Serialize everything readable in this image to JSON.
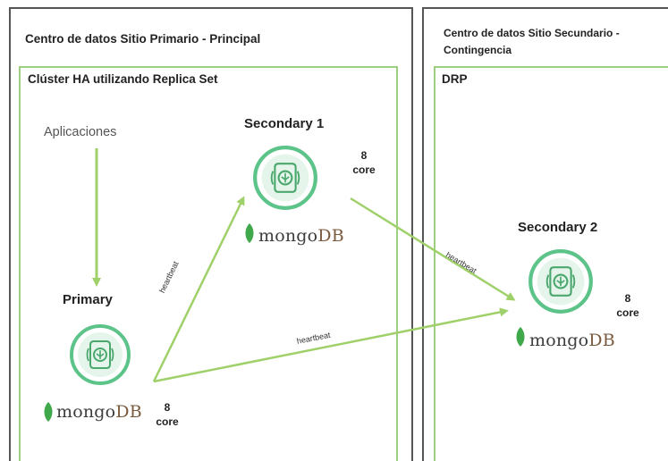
{
  "primary_site": {
    "title": "Centro de datos Sitio Primario - Principal",
    "cluster_title": "Clúster HA utilizando Replica Set"
  },
  "secondary_site": {
    "title_line1": "Centro de datos Sitio Secundario -",
    "title_line2": "Contingencia",
    "drp_title": "DRP"
  },
  "applications_label": "Aplicaciones",
  "nodes": {
    "primary": {
      "label": "Primary",
      "core_number": "8",
      "core_unit": "core",
      "brand_a": "mongo",
      "brand_b": "DB"
    },
    "secondary1": {
      "label": "Secondary 1",
      "core_number": "8",
      "core_unit": "core",
      "brand_a": "mongo",
      "brand_b": "DB"
    },
    "secondary2": {
      "label": "Secondary 2",
      "core_number": "8",
      "core_unit": "core",
      "brand_a": "mongo",
      "brand_b": "DB"
    }
  },
  "edges": {
    "primary_to_secondary1": "heartbeat",
    "primary_to_secondary2": "heartbeat",
    "secondary1_to_secondary2": "heartbeat"
  },
  "colors": {
    "arrow": "#9fd06a",
    "ring": "#5cc389",
    "inner_border": "#9ccf7f",
    "outer_border": "#555555",
    "leaf": "#3fa84a"
  },
  "icons": {
    "database": "mongodb-database-icon",
    "leaf": "mongodb-leaf-icon"
  }
}
